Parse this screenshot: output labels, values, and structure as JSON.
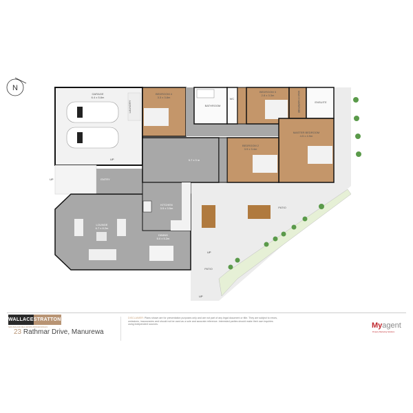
{
  "compass": {
    "label": "N"
  },
  "rooms": {
    "garage": {
      "name": "GARAGE",
      "size": "6.4 x 5.8m"
    },
    "laundry": {
      "name": "LAUNDRY"
    },
    "bedroom4": {
      "name": "BEDROOM 4",
      "size": "3.3 x 3.8m"
    },
    "bathroom": {
      "name": "BATHROOM"
    },
    "wc": {
      "name": "WC"
    },
    "bedroom3": {
      "name": "BEDROOM 3",
      "size": "2.8 x 3.3m"
    },
    "wardrobe": {
      "name": "WALK IN WARDROBE"
    },
    "ensuite": {
      "name": "ENSUITE"
    },
    "master": {
      "name": "MASTER BEDROOM",
      "size": "4.5 x 4.9m"
    },
    "bedroom2": {
      "name": "BEDROOM 2",
      "size": "3.9 x 3.4m"
    },
    "family": {
      "size": "5.7 x 3 m"
    },
    "entry": {
      "name": "ENTRY"
    },
    "kitchen": {
      "name": "KITCHEN",
      "size": "3.5 x 3.5m"
    },
    "lounge": {
      "name": "LOUNGE",
      "size": "6.7 x 8.2m"
    },
    "dining": {
      "name": "DINING",
      "size": "5.0 x 5.2m"
    },
    "patio_right": {
      "name": "PATIO"
    },
    "patio_left": {
      "name": "PATIO"
    }
  },
  "stairs_label": "UP",
  "colors": {
    "bedroom": "#c4966a",
    "living": "#a8a8a8",
    "garage": "#f2f2f2",
    "patio": "#ececec",
    "wall": "#111111",
    "brand_gold": "#b89474",
    "brand_red": "#c0272d"
  },
  "footer": {
    "logo_left": "WALLACE",
    "logo_right": "STRATTON",
    "tagline": "NEW ZEALAND REAL ESTATE PROFESSIONALS",
    "address_number": "23",
    "address_text": "Rathmar Drive, Manurewa",
    "disclaimer_heading": "DISCLAIMER:",
    "disclaimer_text": "Plans shown are for presentation purposes only and are not part of any legal document or title. They are subject to errors, omissions, inaccuracies and should not be used as a sole and accurate reference. Interested parties should make their own inquiries using independent sources.",
    "brand_my": "My",
    "brand_agent": "agent",
    "brand_tagline": "Property Marketing Solutions"
  }
}
